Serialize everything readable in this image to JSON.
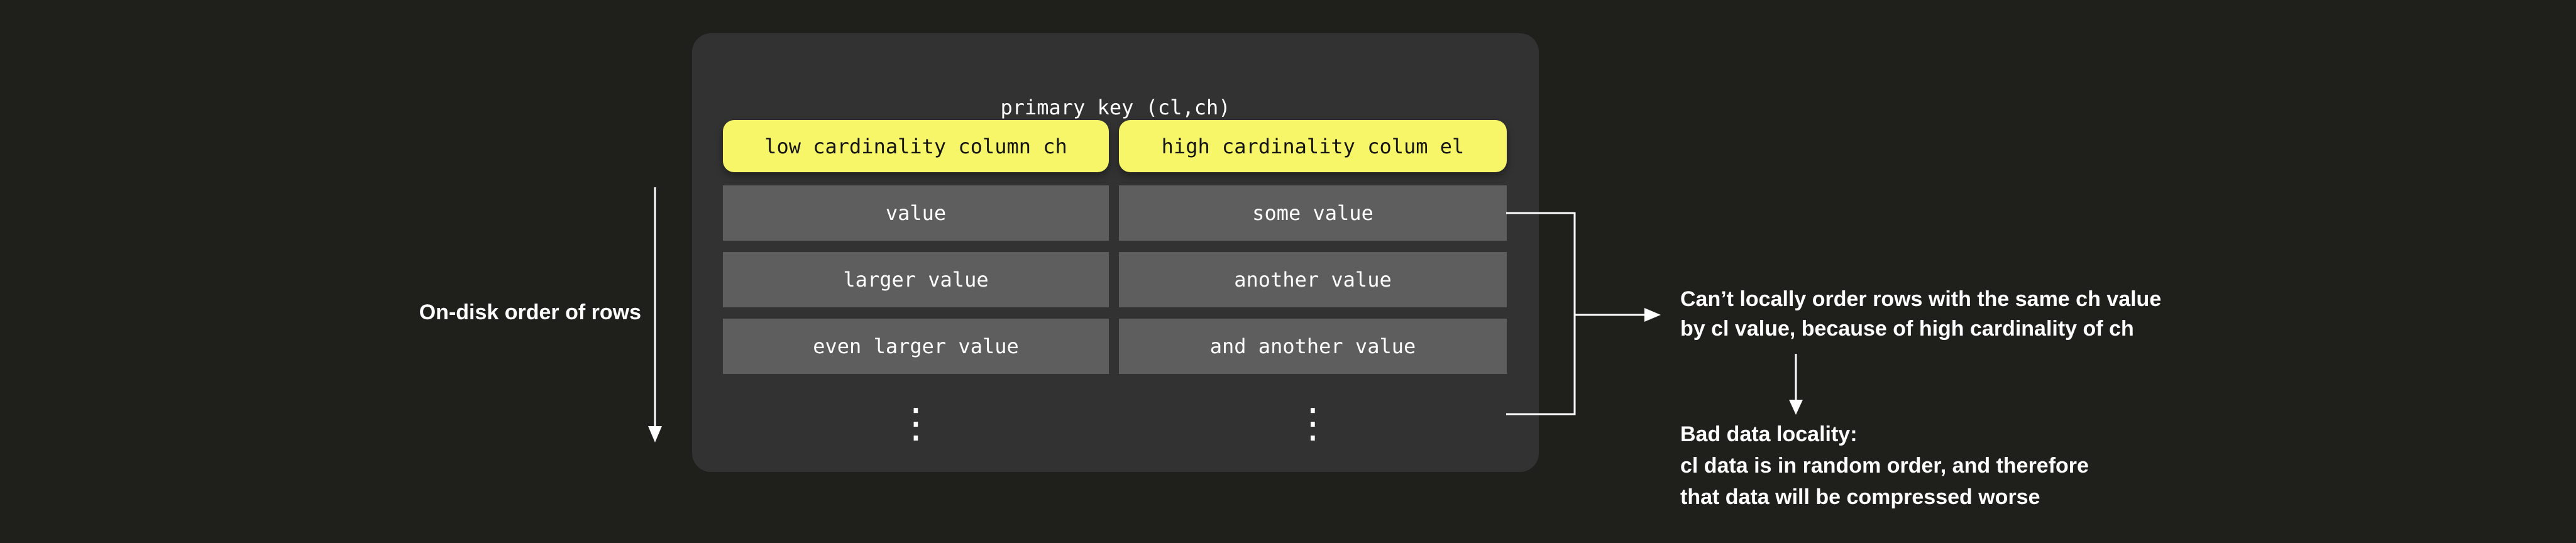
{
  "colors": {
    "background": "#1f1f1b",
    "panel": "#323232",
    "header_yellow": "#f7f669",
    "cell_gray": "#5e5e5e",
    "text_light": "#ffffff",
    "text_dark": "#151515"
  },
  "panel": {
    "title": "primary key (cl,ch)",
    "columns": [
      {
        "header": "low cardinality column ch",
        "rows": [
          "value",
          "larger value",
          "even larger value"
        ]
      },
      {
        "header": "high cardinality colum el",
        "rows": [
          "some value",
          "another value",
          "and another value"
        ]
      }
    ],
    "ellipsis": "⋮"
  },
  "left_label": "On-disk order of rows",
  "annotations": {
    "cardinality": {
      "line1": "Can’t locally order rows with the same ch value",
      "line2": "by cl value, because of high cardinality of ch"
    },
    "locality": {
      "line1": "Bad data locality:",
      "line2": "cl data is in random order, and therefore",
      "line3": "that data will be compressed worse"
    }
  }
}
